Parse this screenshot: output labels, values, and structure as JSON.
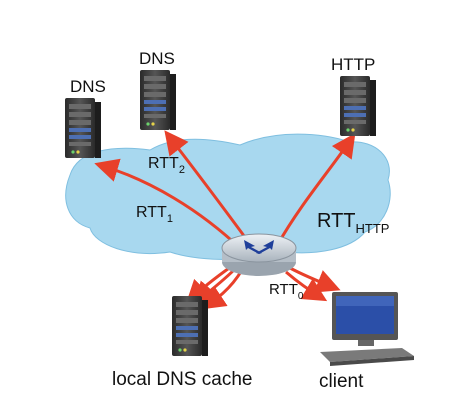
{
  "labels": {
    "dns_left": "DNS",
    "dns_mid": "DNS",
    "http_server": "HTTP",
    "local_dns": "local DNS cache",
    "client": "client"
  },
  "rtt": {
    "rtt1": {
      "base": "RTT",
      "sub": "1"
    },
    "rtt2": {
      "base": "RTT",
      "sub": "2"
    },
    "rtt0": {
      "base": "RTT",
      "sub": "0"
    },
    "rtt_http": {
      "base": "RTT",
      "sub": "HTTP"
    }
  },
  "colors": {
    "cloud": "#a8d8ef",
    "cloud_edge": "#7fbfe0",
    "arrow": "#e8402a",
    "server_body": "#3f3f3f",
    "server_dark": "#222222",
    "router": "#d7dde3",
    "router_arrows": "#1f3f9a",
    "screen": "#2b4fa8"
  }
}
